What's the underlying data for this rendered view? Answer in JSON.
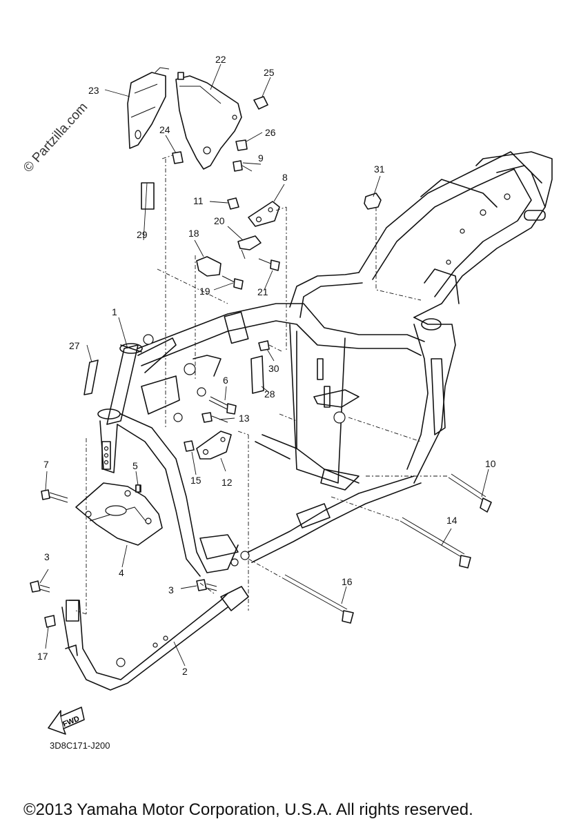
{
  "watermark": "© Partzilla.com",
  "reference_code": "3D8C171-J200",
  "fwd_label": "FWD",
  "copyright": "©2013 Yamaha Motor Corporation, U.S.A. All rights reserved.",
  "callouts": [
    "1",
    "2",
    "3",
    "3",
    "4",
    "5",
    "6",
    "7",
    "8",
    "9",
    "10",
    "11",
    "12",
    "13",
    "14",
    "15",
    "16",
    "17",
    "18",
    "19",
    "20",
    "21",
    "22",
    "23",
    "24",
    "25",
    "26",
    "27",
    "28",
    "29",
    "30",
    "31"
  ]
}
